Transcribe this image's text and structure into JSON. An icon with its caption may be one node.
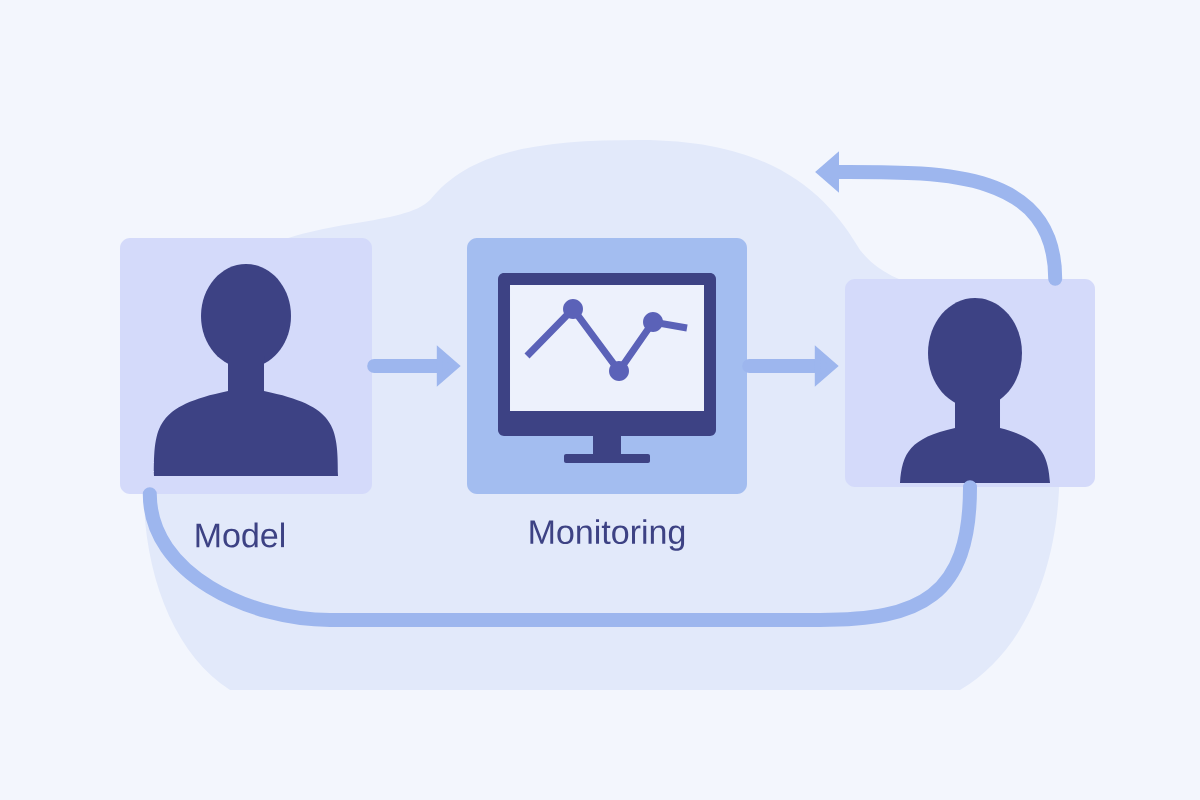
{
  "diagram": {
    "nodes": [
      {
        "text": [
          "Model"
        ]
      },
      {
        "text": [
          "Monitoring"
        ]
      },
      {
        "text": [],
        "shape": "box"
      }
    ],
    "edges": [
      {
        "from": 0,
        "to": 1,
        "arrow": "to"
      },
      {
        "from": 1,
        "to": 2,
        "arrow": "to"
      },
      {
        "from": 2,
        "to": 0,
        "arrow": "none"
      },
      {
        "from": 2,
        "to": null,
        "arrow": "to"
      }
    ]
  }
}
